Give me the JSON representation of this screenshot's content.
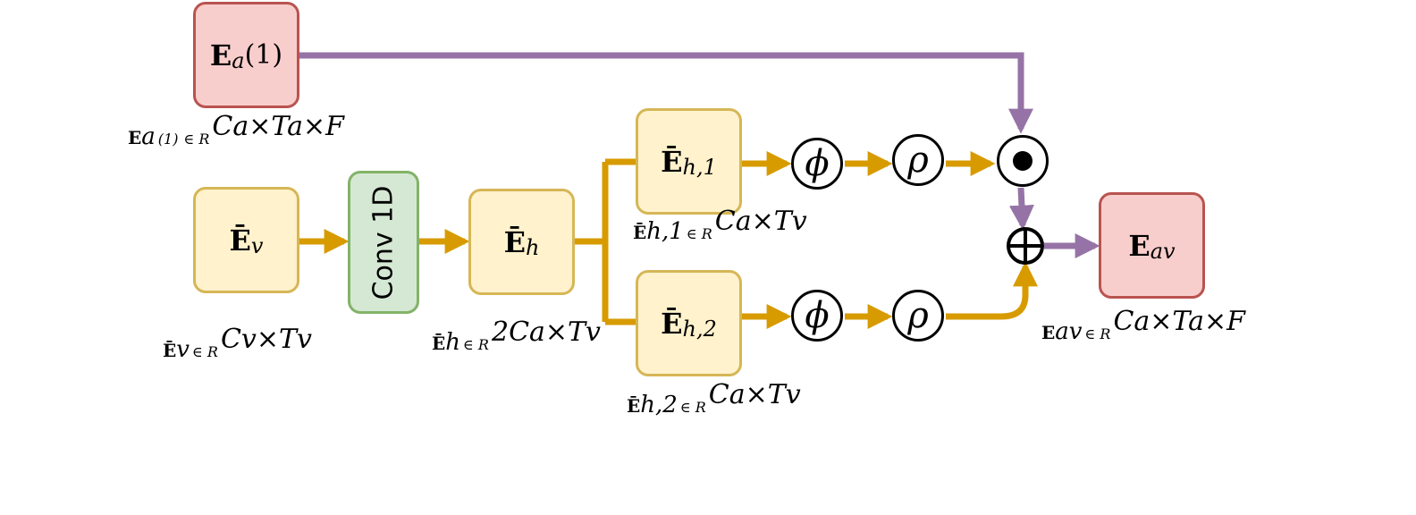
{
  "nodes": {
    "ea1": {
      "base": "E",
      "sub": "a",
      "suffix": "(1)"
    },
    "ev": {
      "base": "Ē",
      "sub": "v"
    },
    "conv": {
      "label": "Conv 1D"
    },
    "eh": {
      "base": "Ē",
      "sub": "h"
    },
    "eh1": {
      "base": "Ē",
      "sub": "h,1"
    },
    "eh2": {
      "base": "Ē",
      "sub": "h,2"
    },
    "eav": {
      "base": "E",
      "sub": "av"
    }
  },
  "operators": {
    "phi": "ϕ",
    "rho": "ρ",
    "hadamard": "⊙",
    "add": "⊕"
  },
  "dimensions": {
    "ea1": {
      "base": "E",
      "sub": "a",
      "arg": "(1)",
      "in": "∈ R",
      "sup": "Ca×Ta×F"
    },
    "ev": {
      "base": "Ē",
      "sub": "v",
      "in": "∈ R",
      "sup": "Cv×Tv"
    },
    "eh": {
      "base": "Ē",
      "sub": "h",
      "in": "∈ R",
      "sup": "2Ca×Tv"
    },
    "eh1": {
      "base": "Ē",
      "sub": "h,1",
      "in": "∈ R",
      "sup": "Ca×Tv"
    },
    "eh2": {
      "base": "Ē",
      "sub": "h,2",
      "in": "∈ R",
      "sup": "Ca×Tv"
    },
    "eav": {
      "base": "E",
      "sub": "av",
      "in": "∈ R",
      "sup": "Ca×Ta×F"
    }
  },
  "colors": {
    "audio_path": "#9673a6",
    "visual_path": "#d79b00",
    "yellow_fill": "#fff2cc",
    "yellow_stroke": "#d6b656",
    "red_fill": "#f8cecc",
    "red_stroke": "#b85450",
    "green_fill": "#d5e8d4",
    "green_stroke": "#82b366"
  }
}
